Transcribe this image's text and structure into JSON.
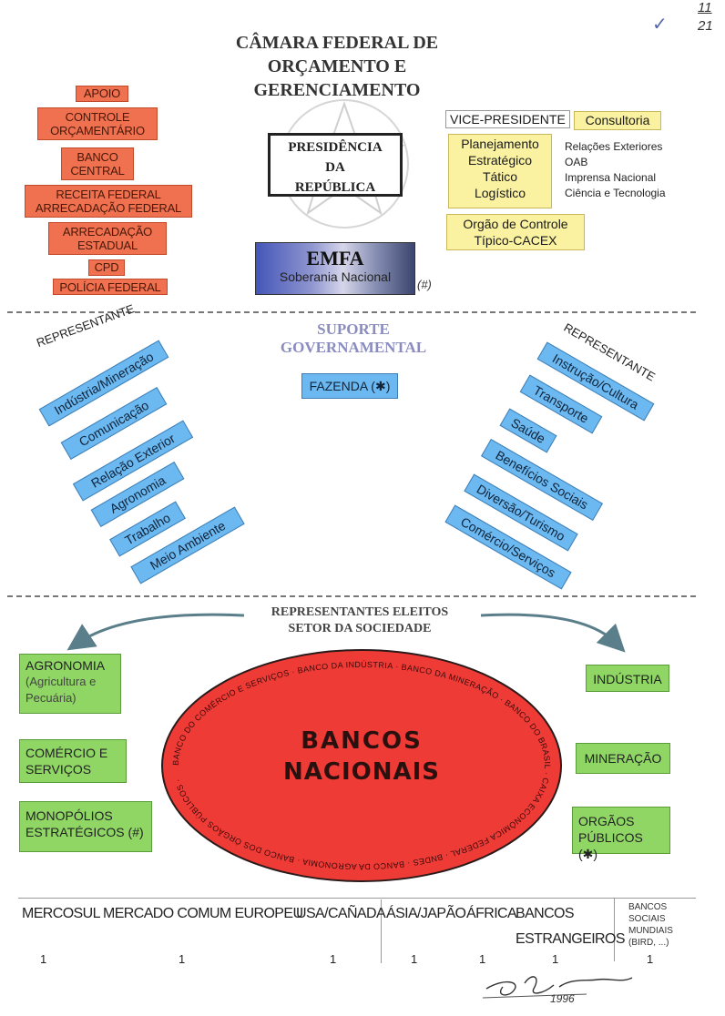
{
  "marks": {
    "corner_top": "11",
    "corner_bottom": "21",
    "check": "✓"
  },
  "title": {
    "line1": "CÂMARA FEDERAL DE",
    "line2": "ORÇAMENTO E",
    "line3": "GERENCIAMENTO"
  },
  "left_boxes": [
    {
      "line1": "APOIO",
      "line2": ""
    },
    {
      "line1": "CONTROLE",
      "line2": "ORÇAMENTÁRIO"
    },
    {
      "line1": "BANCO",
      "line2": "CENTRAL"
    },
    {
      "line1": "RECEITA FEDERAL",
      "line2": "ARRECADAÇÃO FEDERAL"
    },
    {
      "line1": "ARRECADAÇÃO",
      "line2": "ESTADUAL"
    },
    {
      "line1": "CPD",
      "line2": ""
    },
    {
      "line1": "POLÍCIA FEDERAL",
      "line2": ""
    }
  ],
  "presidencia": {
    "line1": "PRESIDÊNCIA",
    "line2": "DA",
    "line3": "REPÚBLICA"
  },
  "emfa": {
    "title": "EMFA",
    "subtitle": "Soberania Nacional",
    "note": "(#)"
  },
  "vice_presidente": "VICE-PRESIDENTE",
  "consultoria": "Consultoria",
  "planejamento": [
    "Planejamento",
    "Estratégico",
    "Tático",
    "Logístico"
  ],
  "relacoes": [
    "Relações Exteriores",
    "OAB",
    "Imprensa Nacional",
    "Ciência e Tecnologia"
  ],
  "orgao_controle": {
    "line1": "Orgão de Controle",
    "line2": "Típico-CACEX"
  },
  "suporte": {
    "line1": "SUPORTE",
    "line2": "GOVERNAMENTAL",
    "fazenda": "FAZENDA (✱)"
  },
  "representante_left": "REPRESENTANTE",
  "representante_right": "REPRESENTANTE",
  "left_ministries": [
    "Indústria/Mineração",
    "Comunicação",
    "Relação Exterior",
    "Agronomia",
    "Trabalho",
    "Meio Ambiente"
  ],
  "right_ministries": [
    "Instrução/Cultura",
    "Transporte",
    "Saúde",
    "Benefícios Sociais",
    "Diversão/Turismo",
    "Comércio/Serviços"
  ],
  "eleitos": {
    "line1": "REPRESENTANTES ELEITOS",
    "line2": "SETOR DA SOCIEDADE"
  },
  "green_left": [
    {
      "line1": "AGRONOMIA",
      "line2": "(Agricultura e",
      "line3": "Pecuária)"
    },
    {
      "line1": "COMÉRCIO E",
      "line2": "SERVIÇOS",
      "line3": ""
    },
    {
      "line1": "MONOPÓLIOS",
      "line2": "ESTRATÉGICOS (#)",
      "line3": ""
    }
  ],
  "green_right": [
    {
      "line1": "INDÚSTRIA",
      "line2": ""
    },
    {
      "line1": "MINERAÇÃO",
      "line2": ""
    },
    {
      "line1": "ORGÃOS",
      "line2": "PÚBLICOS (✱)"
    }
  ],
  "bancos": {
    "line1": "BANCOS",
    "line2": "NACIONAIS",
    "ring_text": "BANCO DO COMÉRCIO E SERVIÇOS · BANCO DA INDÚSTRIA · BANCO DA MINERAÇÃO · BANCO DO BRASIL · CAIXA ECONÔMICA FEDERAL · BNDES · BANCO DA AGRONOMIA · BANCO DOS ÓRGÃOS PÚBLICOS ·"
  },
  "bottom": {
    "mercosul": "MERCOSUL",
    "mce": "MERCADO COMUM EUROPEU",
    "usa": "USA/CAÑADA",
    "asia": "ÁSIA/JAPÃO",
    "africa": "ÁFRICA",
    "bancos": "BANCOS",
    "estrangeiros": "ESTRANGEIROS",
    "mundiais": [
      "BANCOS",
      "SOCIAIS",
      "MUNDIAIS",
      "(BIRD, ...)"
    ],
    "ones": [
      "1",
      "1",
      "1",
      "1",
      "1",
      "1",
      "1"
    ]
  },
  "signature": {
    "date": "1996"
  },
  "colors": {
    "orange": "#f0714f",
    "yellow": "#faf2a0",
    "blue": "#6cb8f0",
    "green": "#8fd665",
    "red": "#ef3b36"
  }
}
